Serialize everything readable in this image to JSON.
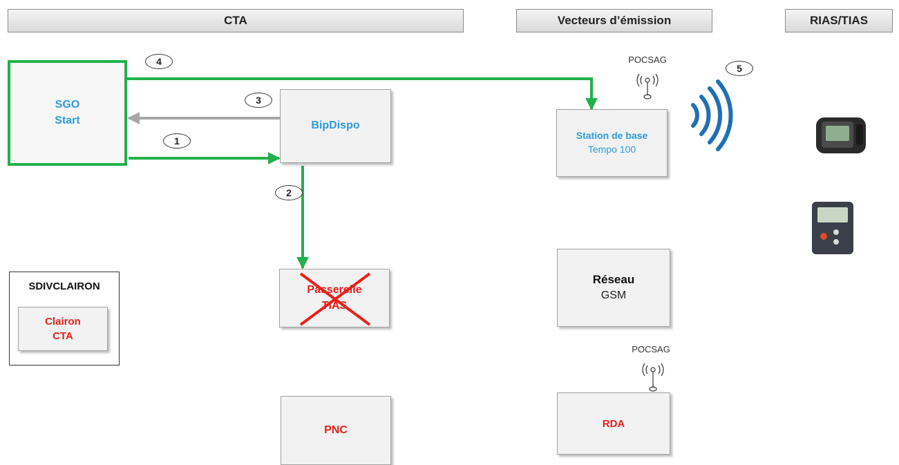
{
  "headers": {
    "cta": "CTA",
    "vecteurs": "Vecteurs d’émission",
    "rias": "RIAS/TIAS"
  },
  "nodes": {
    "sgo": {
      "line1": "SGO",
      "line2": "Start"
    },
    "bipdispo": {
      "label": "BipDispo"
    },
    "passerelle": {
      "line1": "Passerelle",
      "line2": "TIAS",
      "status": "crossed-out"
    },
    "pnc": {
      "label": "PNC"
    },
    "sdivclairon": {
      "title": "SDIVCLAIRON",
      "inner_line1": "Clairon",
      "inner_line2": "CTA"
    },
    "station": {
      "line1": "Station de base",
      "line2": "Tempo 100"
    },
    "reseau": {
      "line1": "Réseau",
      "line2": "GSM"
    },
    "rda": {
      "label": "RDA"
    }
  },
  "antennas": {
    "top": {
      "label": "POCSAG"
    },
    "bottom": {
      "label": "POCSAG"
    }
  },
  "steps": [
    "1",
    "2",
    "3",
    "4",
    "5"
  ],
  "icons": [
    "antenna-icon",
    "wireless-signal-icon",
    "pager-icon",
    "pager-icon"
  ],
  "colors": {
    "flow_green": "#22b04b",
    "return_gray": "#a6a6a6",
    "title_blue": "#2e9be0",
    "alert_red": "#e8201c",
    "signal_blue": "#1f6fb5"
  }
}
